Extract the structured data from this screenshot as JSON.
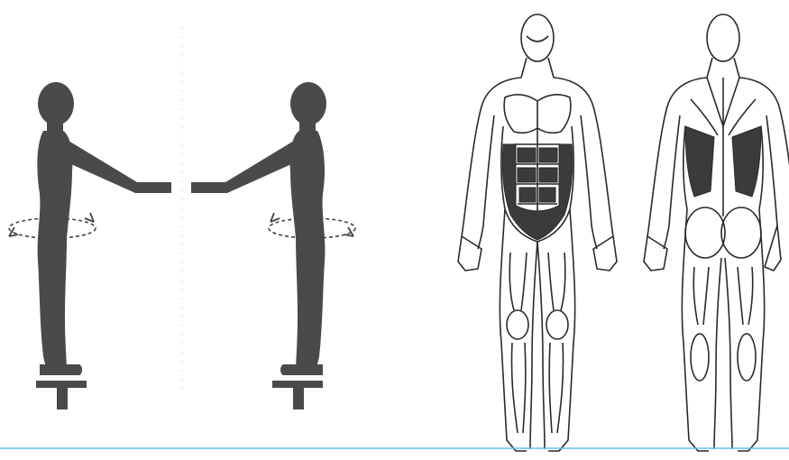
{
  "colors": {
    "silhouette": "#4a4a4a",
    "outline": "#2a2a2a",
    "muscle_highlight": "#3b3b3b",
    "baseline": "#63c0e8",
    "background": "#ffffff"
  },
  "figures": {
    "left_panel": {
      "description_icon": "twist-exercise-silhouettes",
      "people": [
        "left-person-silhouette",
        "right-person-silhouette"
      ],
      "rotation_arrows": [
        "rotation-arrow-left",
        "rotation-arrow-right"
      ]
    },
    "right_panel": {
      "description_icon": "muscle-anatomy-front-back",
      "views": [
        "front-anatomy-figure",
        "back-anatomy-figure"
      ],
      "highlighted_groups": {
        "front": "abdominal-obliques",
        "back": "latissimus-lower-back"
      }
    }
  }
}
